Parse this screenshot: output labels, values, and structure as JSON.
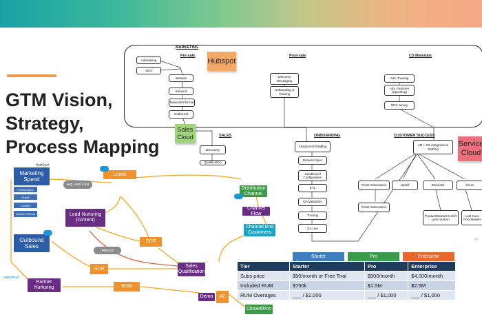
{
  "title_lines": [
    "GTM Vision,",
    "Strategy,",
    "Process Mapping"
  ],
  "colors": {
    "marketing": "#2e5da8",
    "nurture": "#6a2d84",
    "sdr": "#f0922e",
    "closedwon": "#3a9c49",
    "channel": "#1aa6c8",
    "arrow": "#f5a623",
    "table_header": "#1f3b5e"
  },
  "process_map": {
    "marketing_label": "MARKETING",
    "presale_label": "Pre-sale",
    "postsale_label": "Post-sale",
    "cs_materials_label": "CS Materials",
    "sales_label": "SALES",
    "onboarding_label": "ONBOARDING",
    "customer_success_label": "CUSTOMER SUCCESS",
    "presale_boxes": [
      "Advertising",
      "SEO",
      "Website",
      "Inbound",
      "Network/Informal",
      "Outbound"
    ],
    "postsale_boxes": [
      "Welcome Messaging",
      "Onboarding & Training"
    ],
    "cs_boxes": [
      "Adv. Training",
      "Adv. Features (Upselling)",
      "NPS survey"
    ],
    "sales_boxes": [
      "Discovery",
      "Qualification"
    ],
    "onboarding_boxes": [
      "Assignment/Staffing",
      "Detailed Spec",
      "Sandboxed Configuration",
      "ETL",
      "QA/Validation",
      "Training",
      "Go Live"
    ],
    "cs_flow_boxes": [
      "AR + CS Assignment/ Staffing",
      "Ticket Submission",
      "Upsell",
      "Downsell",
      "Churn",
      "Ticket Submission",
      "Product/Sales/CS shift post mortem",
      "Lost Cust. Post Mortem"
    ],
    "stickies": {
      "hubspot": "Hubspot",
      "sales_cloud": "Sales Cloud",
      "service_cloud": "Service Cloud"
    },
    "watermark": "mi"
  },
  "funnel": {
    "hubspot_tag": "HubSpot",
    "marketing_spend": "Marketing Spend",
    "spend_items": [
      "Performance",
      "Brand",
      "Content",
      "Partner Referral"
    ],
    "avg_lead_cost": "Avg Lead Cost",
    "leads": "Leads",
    "lead_nurturing": "Lead Nurturing (content)",
    "sdr": "SDR",
    "nbound_pill": "nReason",
    "outbound_sales": "Outbound Sales",
    "sdr2": "SDR",
    "sales_qualification": "Sales Qualification",
    "partner_nurturing": "Partner Nurturing",
    "bdm": "BDM",
    "demo": "Demo",
    "ae": "AE",
    "closed_won": "ClosedWon",
    "distribution_channel": "Distribution Channel",
    "channel_flow": "Channel Flow",
    "channel_end_customers": "Channel End Customers",
    "salesforce_tag": "salesforce"
  },
  "pricing": {
    "tier_names": [
      "Starter",
      "Pro",
      "Enterprise"
    ],
    "tier_colors": [
      "#3f7fc0",
      "#3a9c49",
      "#e8672d"
    ],
    "header": [
      "Tier",
      "Starter",
      "Pro",
      "Enterprise"
    ],
    "rows": [
      [
        "Subs price",
        "$50/month or Free Trial",
        "$500/month",
        "$4,000/month"
      ],
      [
        "Included RUM",
        "$750k",
        "$1.5M",
        "$2.5M"
      ],
      [
        "RUM Overages",
        "___ / $1,000",
        "___ / $1,000",
        "___ / $1,000"
      ]
    ]
  }
}
